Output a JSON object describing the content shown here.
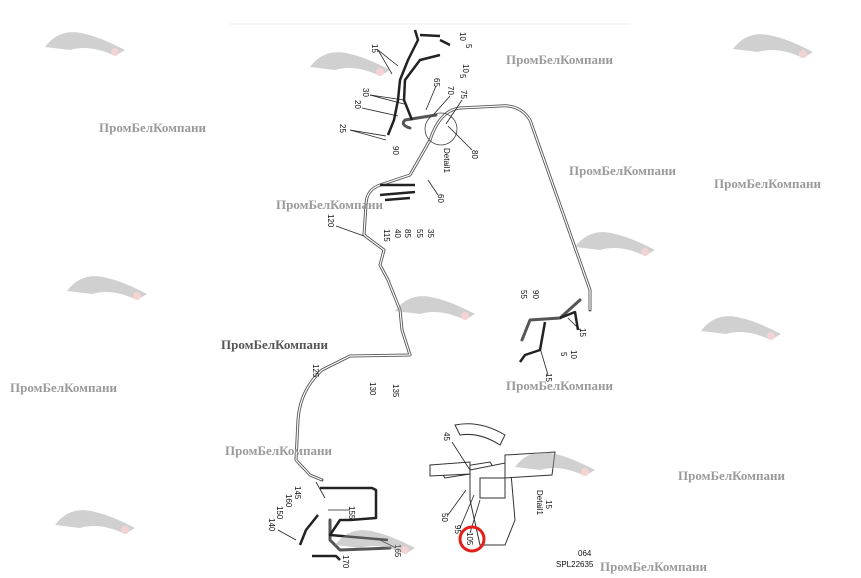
{
  "diagram": {
    "callouts": [
      "15",
      "10",
      "5",
      "10",
      "5",
      "30",
      "20",
      "25",
      "90",
      "65",
      "70",
      "75",
      "80",
      "60",
      "120",
      "115",
      "40",
      "85",
      "55",
      "35",
      "55",
      "90",
      "15",
      "5",
      "10",
      "15",
      "125",
      "130",
      "135",
      "145",
      "160",
      "150",
      "140",
      "155",
      "165",
      "170",
      "45",
      "50",
      "95",
      "105"
    ],
    "detail_label": "Detail1",
    "detail_label_2": "Detail1",
    "detail_ref": "15",
    "page_number": "064",
    "drawing_id": "SPL22635",
    "highlighted_callout": "105"
  },
  "watermark": {
    "text": "ПромБелКомпани"
  },
  "colors": {
    "highlight": "#e0201b",
    "watermark": "#9a9a9a",
    "logo": "#e6a0a0"
  }
}
